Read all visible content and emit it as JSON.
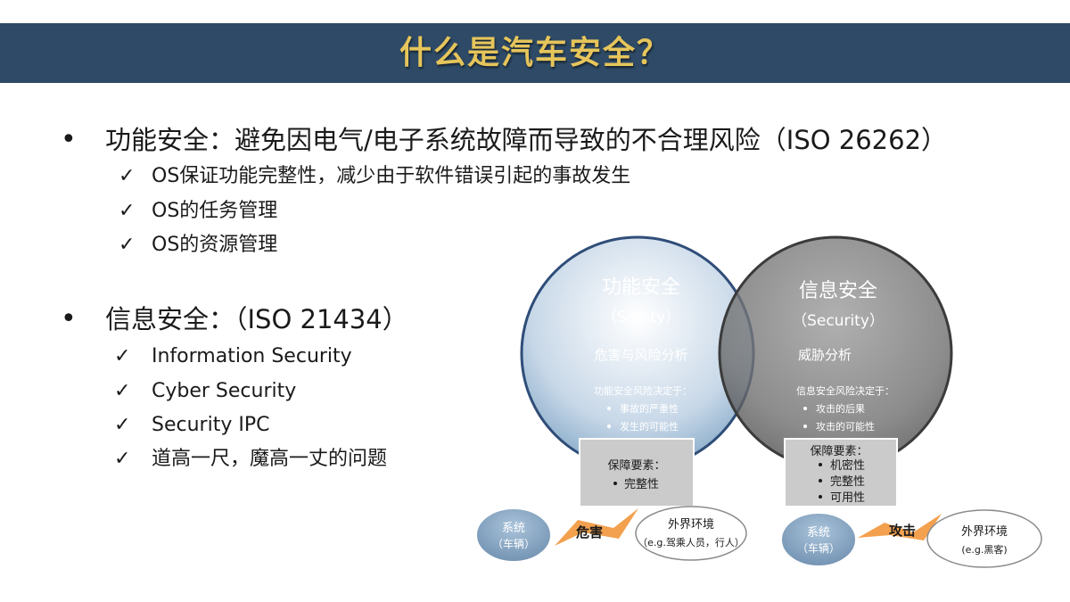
{
  "title": "什么是汽车安全？",
  "sections": [
    {
      "heading": "功能安全：避免因电气/电子系统故障而导致的不合理风险（ISO 26262）",
      "items": [
        "OS保证功能完整性，减少由于软件错误引起的事故发生",
        "OS的任务管理",
        "OS的资源管理"
      ]
    },
    {
      "heading": "信息安全：（ISO 21434）",
      "items": [
        "Information Security",
        "Cyber Security",
        "Security IPC",
        "道高一尺，魔高一丈的问题"
      ]
    }
  ],
  "bullet_symbol": "•",
  "check_symbol": "✓",
  "diagram": {
    "left": {
      "title": "功能安全",
      "subtitle": "（Safety）",
      "analysis": "危害与风险分析",
      "decides": "功能安全风险决定于：",
      "factors": [
        "事故的严重性",
        "发生的可能性"
      ],
      "box_title": "保障要素：",
      "box_items": [
        "完整性"
      ],
      "system": [
        "系统",
        "（车辆）"
      ],
      "arrow_label": "危害",
      "env": [
        "外界环境",
        "（e.g.驾乘人员，行人）"
      ]
    },
    "right": {
      "title": "信息安全",
      "subtitle": "（Security）",
      "analysis": "威胁分析",
      "decides": "信息安全风险决定于：",
      "factors": [
        "攻击的后果",
        "攻击的可能性"
      ],
      "box_title": "保障要素：",
      "box_items": [
        "机密性",
        "完整性",
        "可用性"
      ],
      "system": [
        "系统",
        "（车辆）"
      ],
      "arrow_label": "攻击",
      "env": [
        "外界环境",
        "(e.g.黑客)"
      ]
    },
    "colors": {
      "left_circle": "#6d93b6",
      "right_circle": "#6a6a6a",
      "box": "#c9c9c9",
      "arrow": "#f3a14f"
    }
  }
}
